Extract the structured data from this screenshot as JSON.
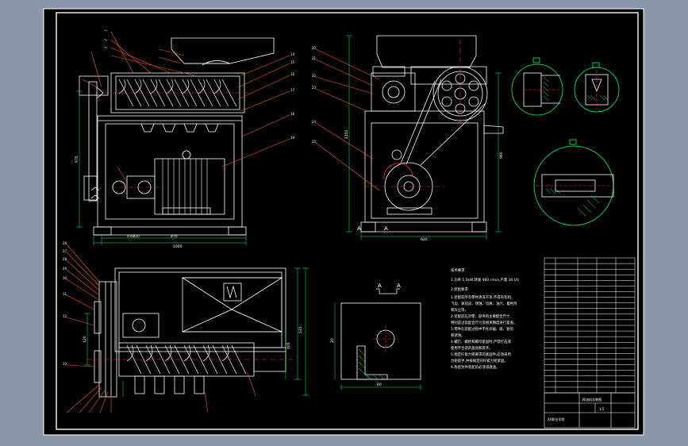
{
  "section_marker": "A",
  "view_label_left": "A",
  "view_label_right": "A",
  "title_block": {
    "drawing_title": "榨油机总装图",
    "company": "XX职业学院",
    "scale": "1:5"
  },
  "notes": {
    "heading": "技术要求",
    "lines": [
      "1.功率 5.5kW,转速 960 r/min,产量 30 t/d",
      "2.装配要求",
      "1.装配前所有零件清洗干净,不得有毛刺、",
      "飞边、氧化皮、锈蚀、切屑、油污、着色剂",
      "和灰尘等。",
      "2.装配前应对零、部件的主要配合尺寸,",
      "特别是过盈配合尺寸及相关精度进行复查。",
      "3.零件在装配过程中不允许磕、碰、划伤",
      "和锈蚀。",
      "4.螺钉、螺栓和螺母紧固时,严禁打击或",
      "使用不合适的旋具和扳手。",
      "5.规定拧紧力矩要求的紧固件,必须采用",
      "力矩扳手,并按规定的拧紧力矩紧固。",
      "6.各密封件装配前必须浸透油。"
    ]
  },
  "dimensions": {
    "front_total_width": "1000",
    "front_base_width": "870",
    "front_inner": "4×Ø20",
    "front_height": "975",
    "side_height_a": "1150",
    "side_height_b": "960",
    "side_base": "620",
    "plan_height": "515",
    "plan_side": "405",
    "plan_gap": "120",
    "detail_width": "60",
    "detail_height": "20"
  },
  "colors": {
    "background": "#8a97a8",
    "sheet": "#000000",
    "frame": "#ffffff",
    "geometry": "#ffffff",
    "leader": "#ff5a1e",
    "centerline": "#ff3030",
    "hidden": "#ffff00",
    "dimension": "#00ff66",
    "hatch": "#00ff66",
    "accent": "#ff3030"
  }
}
